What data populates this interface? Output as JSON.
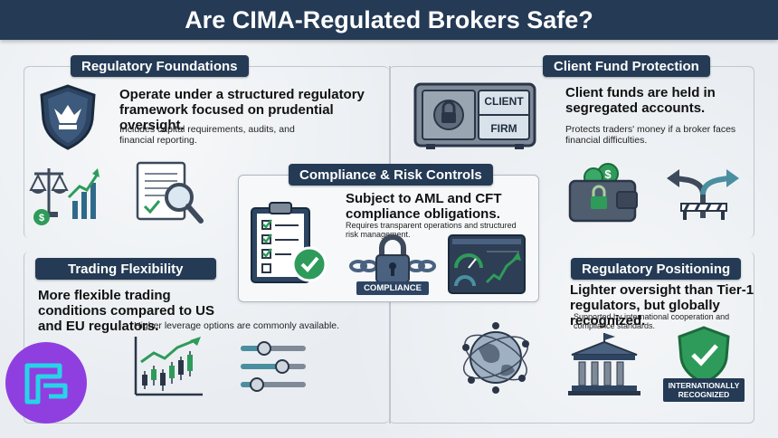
{
  "title": "Are CIMA-Regulated Brokers Safe?",
  "sections": {
    "regulatory_foundations": {
      "label": "Regulatory Foundations",
      "headline": "Operate under a structured regulatory framework focused on prudential oversight.",
      "body": "Includes capital requirements, audits, and financial reporting."
    },
    "client_fund_protection": {
      "label": "Client Fund Protection",
      "headline": "Client funds are held in segregated accounts.",
      "body": "Protects traders' money if a broker faces financial difficulties.",
      "safe_label_top": "CLIENT",
      "safe_label_bottom": "FIRM"
    },
    "compliance": {
      "label": "Compliance & Risk Controls",
      "headline": "Subject to AML and CFT compliance obligations.",
      "body": "Requires transparent operations and structured risk management.",
      "badge": "COMPLIANCE"
    },
    "trading_flexibility": {
      "label": "Trading Flexibility",
      "headline": "More flexible trading conditions compared to US and EU regulators.",
      "body": "Higher leverage options are commonly available."
    },
    "regulatory_positioning": {
      "label": "Regulatory Positioning",
      "headline": "Lighter oversight than Tier-1 regulators, but globally recognized.",
      "body": "Supported by international cooperation and compliance standards.",
      "badge_line1": "INTERNATIONALLY",
      "badge_line2": "RECOGNIZED"
    }
  },
  "colors": {
    "navy": "#243a55",
    "green": "#2e9b5a",
    "teal": "#4a8fa0",
    "logo_purple": "#8f3fe0",
    "logo_cyan": "#27d3e6"
  },
  "icons": [
    "crown-shield-icon",
    "scales-chart-icon",
    "document-magnifier-icon",
    "safe-icon",
    "wallet-lock-icon",
    "split-arrows-icon",
    "checklist-icon",
    "padlock-chain-icon",
    "dashboard-icon",
    "candlestick-chart-icon",
    "sliders-icon",
    "globe-network-icon",
    "bank-building-icon",
    "checkmark-shield-icon",
    "brand-logo"
  ]
}
